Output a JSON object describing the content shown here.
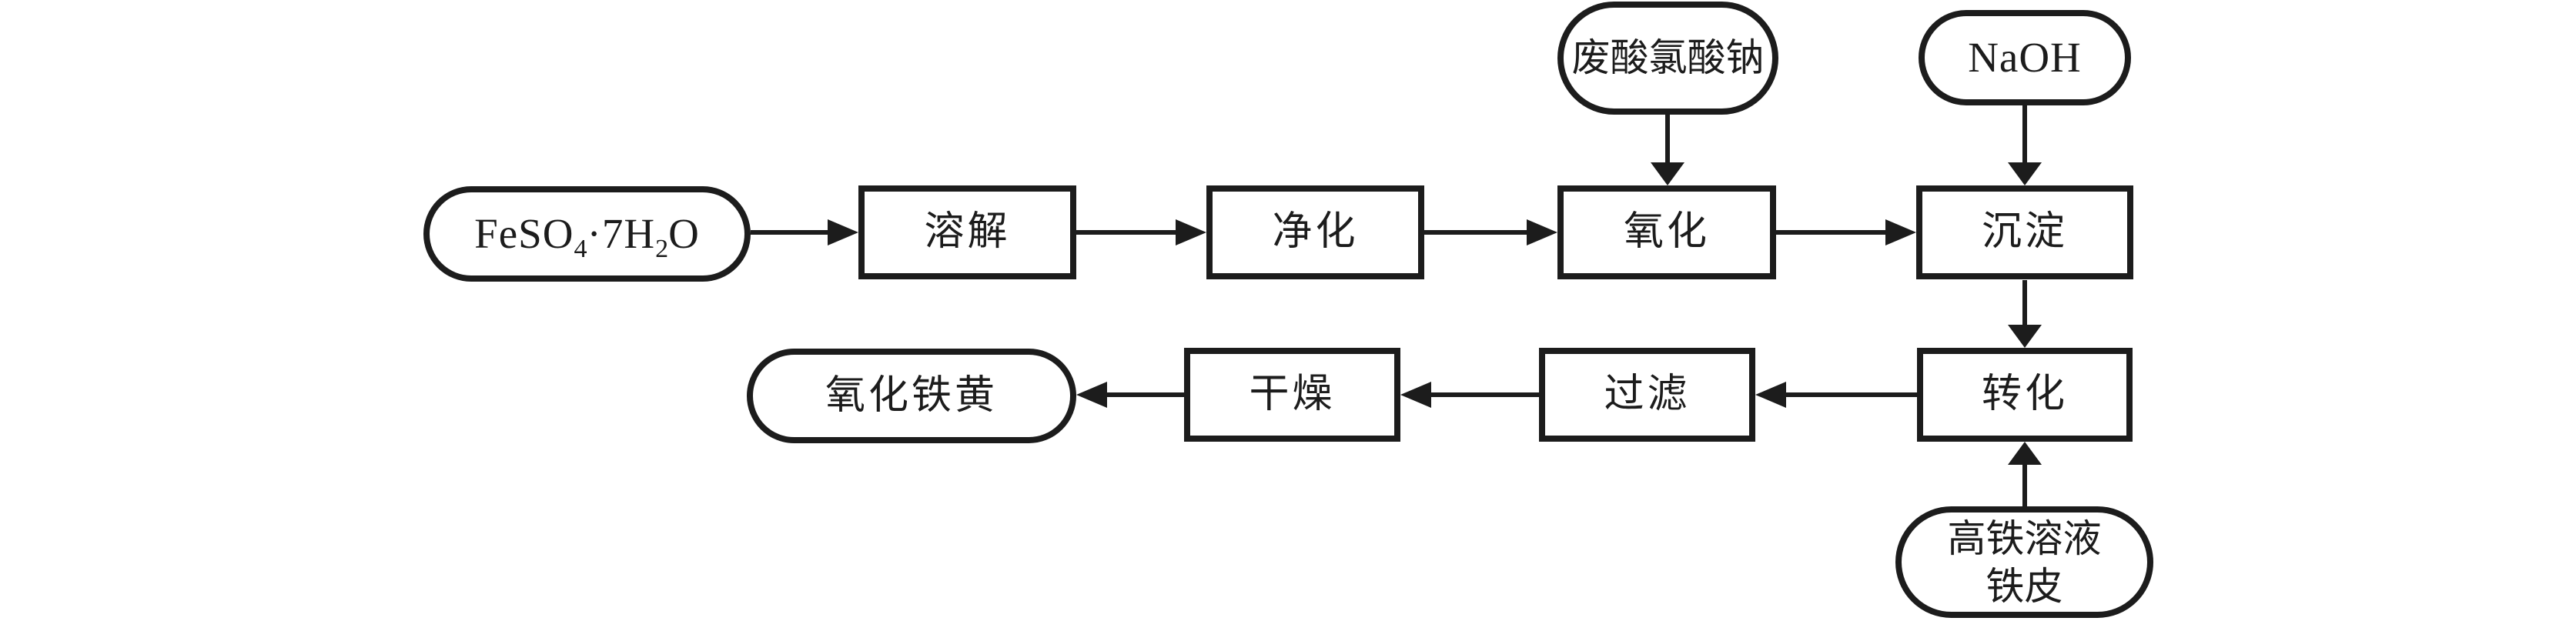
{
  "diagram": {
    "type": "flowchart",
    "description": "Process flow for producing iron oxide yellow from ferrous sulfate heptahydrate",
    "colors": {
      "ink": "#1c1c1c",
      "background": "#ffffff"
    },
    "nodes": {
      "feso4": {
        "shape": "stadium",
        "label": "FeSO4·7H2O",
        "parts": [
          "FeSO",
          "4",
          "·7H",
          "2",
          "O"
        ]
      },
      "rongjie": {
        "shape": "rect",
        "label": "溶解"
      },
      "jinghua": {
        "shape": "rect",
        "label": "净化"
      },
      "yanghua": {
        "shape": "rect",
        "label": "氧化"
      },
      "chendian": {
        "shape": "rect",
        "label": "沉淀"
      },
      "feisuan": {
        "shape": "stadium",
        "label": "废酸氯酸钠"
      },
      "naoh": {
        "shape": "stadium",
        "label": "NaOH"
      },
      "zhuanhua": {
        "shape": "rect",
        "label": "转化"
      },
      "guolv": {
        "shape": "rect",
        "label": "过滤"
      },
      "ganzao": {
        "shape": "rect",
        "label": "干燥"
      },
      "tiehuang": {
        "shape": "stadium",
        "label": "氧化铁黄"
      },
      "gaotie": {
        "shape": "stadium",
        "label": "高铁溶液 铁皮",
        "lines": [
          "高铁溶液",
          "铁皮"
        ]
      }
    },
    "edges": [
      {
        "from": "feso4",
        "to": "rongjie",
        "direction": "right"
      },
      {
        "from": "rongjie",
        "to": "jinghua",
        "direction": "right"
      },
      {
        "from": "jinghua",
        "to": "yanghua",
        "direction": "right"
      },
      {
        "from": "feisuan",
        "to": "yanghua",
        "direction": "down"
      },
      {
        "from": "yanghua",
        "to": "chendian",
        "direction": "right"
      },
      {
        "from": "naoh",
        "to": "chendian",
        "direction": "down"
      },
      {
        "from": "chendian",
        "to": "zhuanhua",
        "direction": "down"
      },
      {
        "from": "gaotie",
        "to": "zhuanhua",
        "direction": "up"
      },
      {
        "from": "zhuanhua",
        "to": "guolv",
        "direction": "left"
      },
      {
        "from": "guolv",
        "to": "ganzao",
        "direction": "left"
      },
      {
        "from": "ganzao",
        "to": "tiehuang",
        "direction": "left"
      }
    ]
  }
}
